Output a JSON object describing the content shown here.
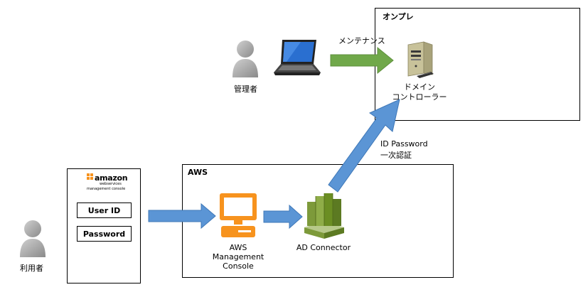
{
  "onprem": {
    "title": "オンプレ",
    "maintenance_label": "メンテナンス",
    "domain_controller_line1": "ドメイン",
    "domain_controller_line2": "コントローラー"
  },
  "admin": {
    "label": "管理者"
  },
  "user": {
    "label": "利用者"
  },
  "auth_label": {
    "line1": "ID Password",
    "line2": "一次認証"
  },
  "aws": {
    "title": "AWS",
    "console_line1": "AWS",
    "console_line2": "Management",
    "console_line3": "Console",
    "connector_label": "AD Connector"
  },
  "login_panel": {
    "logo_word": "amazon",
    "logo_sub1": "webservices",
    "logo_sub2": "management console",
    "user_id_label": "User ID",
    "password_label": "Password"
  },
  "colors": {
    "green_arrow": "#70a84a",
    "blue_arrow": "#5b95d5",
    "aws_orange": "#f7931e",
    "connector_green": "#6b8e23",
    "person_gray": "#a6a6a6"
  }
}
